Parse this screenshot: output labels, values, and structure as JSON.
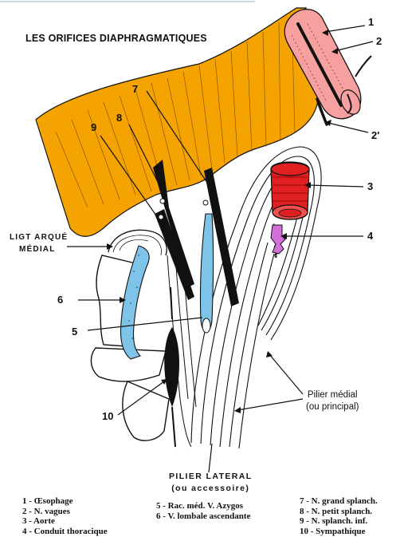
{
  "title": "LES ORIFICES DIAPHRAGMATIQUES",
  "callouts": {
    "n1": "1",
    "n2": "2",
    "n2p": "2'",
    "n3": "3",
    "n4": "4",
    "n5": "5",
    "n6": "6",
    "n7": "7",
    "n8": "8",
    "n9": "9",
    "n10": "10"
  },
  "labels": {
    "ligt_line1": "LIGT ARQUÉ",
    "ligt_line2": "MÉDIAL",
    "pilier_medial_line1": "Pilier médial",
    "pilier_medial_line2": "(ou principal)",
    "pilier_lateral_line1": "PILIER LATERAL",
    "pilier_lateral_line2": "(ou accessoire)"
  },
  "legend": {
    "col1": [
      "1 - Œsophage",
      "2 - N. vagues",
      "3 - Aorte",
      "4 - Conduit thoracique"
    ],
    "col2": [
      "5 - Rac. méd. V. Azygos",
      "6 - V. lombale ascendante"
    ],
    "col3": [
      "7 - N. grand splanch.",
      "8 - N. petit splanch.",
      "9 - N. splanch. inf.",
      "10 - Sympathique"
    ]
  },
  "colors": {
    "diaphragm": "#f5a300",
    "esophagus": "#f6a0a0",
    "aorta": "#e02020",
    "thoracic_duct": "#d070d8",
    "lumbar_vein": "#7ec4e8",
    "sympathetic": "#111111"
  }
}
